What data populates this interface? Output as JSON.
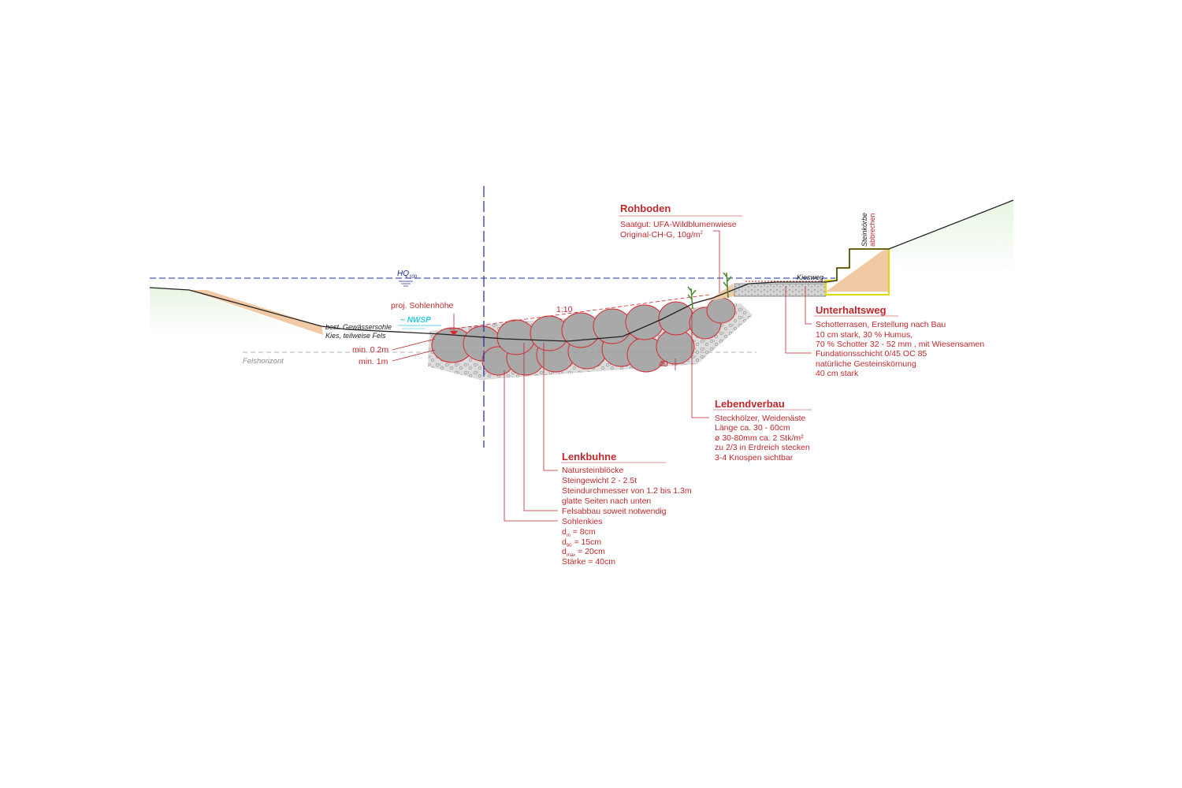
{
  "colors": {
    "annotation": "#c0282d",
    "water_level": "#1d2a9c",
    "nwsp": "#2fc6e0",
    "soil": "#f1c9a5",
    "gravel": "#d9d9d9",
    "stone": "#a9a9a9",
    "gabion": "#f2e80a"
  },
  "labels": {
    "hq": "HQ",
    "hq_sub": "100",
    "nwsp": "~ NWSP",
    "proj_sohlenhoehe": "proj. Sohlenhöhe",
    "bestehende_sohle": "best. Gewässersohle",
    "kies_fels": "Kies, teilweise Fels",
    "felshorizont": "Felshorizont",
    "min_02": "min. 0.2m",
    "min_1": "min. 1m",
    "slope": "1:10",
    "dim_40": "40",
    "kiesweg": "Kiesweg",
    "steinkorbe": "Steinkörbe",
    "abbrechen": "abbrechen"
  },
  "callouts": {
    "rohboden": {
      "title": "Rohboden",
      "line1": "Saatgut: UFA-Wildblumenwiese",
      "line2": "Original-CH-G, 10g/m",
      "line2_sup": "2"
    },
    "unterhaltsweg": {
      "title": "Unterhaltsweg",
      "lines": [
        "Schotterrasen, Erstellung nach Bau",
        "10 cm stark, 30 % Humus,",
        "70 % Schotter 32 - 52 mm , mit Wiesensamen",
        "Fundationsschicht 0/45 OC 85",
        "natürliche Gesteinskörnung",
        "40 cm stark"
      ]
    },
    "lebendverbau": {
      "title": "Lebendverbau",
      "lines": [
        "Steckhölzer, Weidenäste",
        "Länge ca. 30 - 60cm",
        "ø 30-80mm ca. 2 Stk/m²",
        "zu 2/3 in Erdreich stecken",
        "3-4 Knospen sichtbar"
      ]
    },
    "lenkbuhne": {
      "title": "Lenkbuhne",
      "lines": [
        "Natursteinblöcke",
        "Steingewicht 2 - 2.5t",
        "Steindurchmesser von 1.2 bis 1.3m",
        "glatte Seiten nach unten",
        "Felsabbau soweit notwendig",
        "Sohlenkies"
      ],
      "grain": [
        {
          "d": "d",
          "sub": "m",
          "value": " = 8cm"
        },
        {
          "d": "d",
          "sub": "90",
          "value": " = 15cm"
        },
        {
          "d": "d",
          "sub": "max",
          "value": " = 20cm"
        }
      ],
      "staerke": "Stärke = 40cm"
    }
  }
}
